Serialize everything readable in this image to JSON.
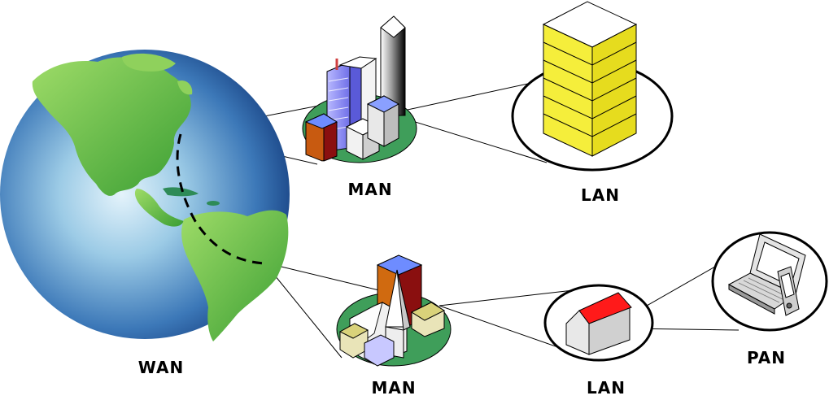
{
  "labels": {
    "wan": "WAN",
    "man_top": "MAN",
    "lan_top": "LAN",
    "man_bottom": "MAN",
    "lan_bottom": "LAN",
    "pan": "PAN"
  },
  "colors": {
    "ocean_light": "#d6ecf8",
    "ocean_dark": "#1f4f95",
    "land": "#4caf3a",
    "land_light": "#8fd15c",
    "island": "#2e8b57",
    "server": "#f5ee3b",
    "roof": "#ff1a1a"
  },
  "icons": [
    "globe-icon",
    "city-icon",
    "server-tower-icon",
    "town-church-icon",
    "house-icon",
    "laptop-icon",
    "pda-icon"
  ]
}
